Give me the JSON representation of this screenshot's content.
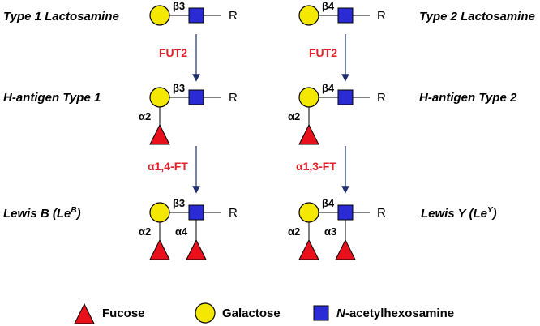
{
  "colors": {
    "galactose": "#f4e800",
    "hexnac": "#2b2bd6",
    "fucose": "#e8101a",
    "enzyme": "#e0202a",
    "arrow": "#1f2f6f"
  },
  "left": {
    "row1": {
      "name": "Type 1 Lactosamine",
      "link": "β3",
      "r": "R"
    },
    "enzyme1": "FUT2",
    "row2": {
      "name": "H-antigen Type 1",
      "link": "β3",
      "fuc_link": "α2",
      "r": "R"
    },
    "enzyme2": "α1,4-FT",
    "row3": {
      "name_main": "Lewis B (Le",
      "name_sup": "B",
      "name_end": ")",
      "link": "β3",
      "fuc_link1": "α2",
      "fuc_link2": "α4",
      "r": "R"
    }
  },
  "right": {
    "row1": {
      "name": "Type 2 Lactosamine",
      "link": "β4",
      "r": "R"
    },
    "enzyme1": "FUT2",
    "row2": {
      "name": "H-antigen Type 2",
      "link": "β4",
      "fuc_link": "α2",
      "r": "R"
    },
    "enzyme2": "α1,3-FT",
    "row3": {
      "name_main": "Lewis Y (Le",
      "name_sup": "Y",
      "name_end": ")",
      "link": "β4",
      "fuc_link1": "α2",
      "fuc_link2": "α3",
      "r": "R"
    }
  },
  "legend": {
    "fucose": "Fucose",
    "galactose": "Galactose",
    "hexnac_italic": "N",
    "hexnac_rest": "-acetylhexosamine"
  }
}
